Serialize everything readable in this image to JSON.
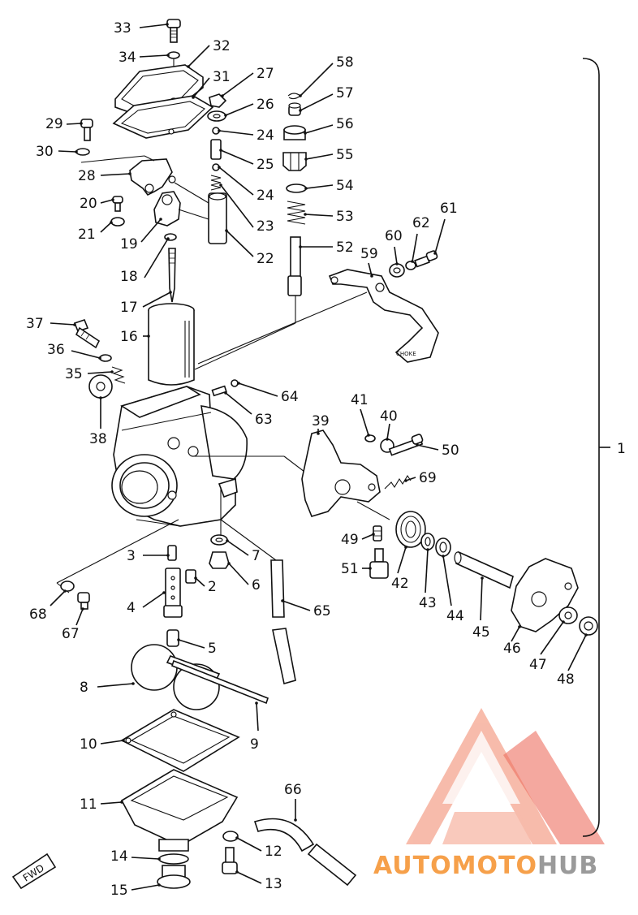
{
  "labels": [
    {
      "id": "1",
      "text": "1"
    },
    {
      "id": "2",
      "text": "2"
    },
    {
      "id": "3",
      "text": "3"
    },
    {
      "id": "4",
      "text": "4"
    },
    {
      "id": "5",
      "text": "5"
    },
    {
      "id": "6",
      "text": "6"
    },
    {
      "id": "7",
      "text": "7"
    },
    {
      "id": "8",
      "text": "8"
    },
    {
      "id": "9",
      "text": "9"
    },
    {
      "id": "10",
      "text": "10"
    },
    {
      "id": "11",
      "text": "11"
    },
    {
      "id": "12",
      "text": "12"
    },
    {
      "id": "13",
      "text": "13"
    },
    {
      "id": "14",
      "text": "14"
    },
    {
      "id": "15",
      "text": "15"
    },
    {
      "id": "16",
      "text": "16"
    },
    {
      "id": "17",
      "text": "17"
    },
    {
      "id": "18",
      "text": "18"
    },
    {
      "id": "19",
      "text": "19"
    },
    {
      "id": "20",
      "text": "20"
    },
    {
      "id": "21",
      "text": "21"
    },
    {
      "id": "22",
      "text": "22"
    },
    {
      "id": "23",
      "text": "23"
    },
    {
      "id": "24a",
      "text": "24"
    },
    {
      "id": "24b",
      "text": "24"
    },
    {
      "id": "25",
      "text": "25"
    },
    {
      "id": "26",
      "text": "26"
    },
    {
      "id": "27",
      "text": "27"
    },
    {
      "id": "28",
      "text": "28"
    },
    {
      "id": "29",
      "text": "29"
    },
    {
      "id": "30",
      "text": "30"
    },
    {
      "id": "31",
      "text": "31"
    },
    {
      "id": "32",
      "text": "32"
    },
    {
      "id": "33",
      "text": "33"
    },
    {
      "id": "34",
      "text": "34"
    },
    {
      "id": "35",
      "text": "35"
    },
    {
      "id": "36",
      "text": "36"
    },
    {
      "id": "37",
      "text": "37"
    },
    {
      "id": "38",
      "text": "38"
    },
    {
      "id": "39",
      "text": "39"
    },
    {
      "id": "40",
      "text": "40"
    },
    {
      "id": "41",
      "text": "41"
    },
    {
      "id": "42",
      "text": "42"
    },
    {
      "id": "43",
      "text": "43"
    },
    {
      "id": "44",
      "text": "44"
    },
    {
      "id": "45",
      "text": "45"
    },
    {
      "id": "46",
      "text": "46"
    },
    {
      "id": "47",
      "text": "47"
    },
    {
      "id": "48",
      "text": "48"
    },
    {
      "id": "49",
      "text": "49"
    },
    {
      "id": "50",
      "text": "50"
    },
    {
      "id": "51",
      "text": "51"
    },
    {
      "id": "52",
      "text": "52"
    },
    {
      "id": "53",
      "text": "53"
    },
    {
      "id": "54",
      "text": "54"
    },
    {
      "id": "55",
      "text": "55"
    },
    {
      "id": "56",
      "text": "56"
    },
    {
      "id": "57",
      "text": "57"
    },
    {
      "id": "58",
      "text": "58"
    },
    {
      "id": "59",
      "text": "59"
    },
    {
      "id": "60",
      "text": "60"
    },
    {
      "id": "61",
      "text": "61"
    },
    {
      "id": "62",
      "text": "62"
    },
    {
      "id": "63",
      "text": "63"
    },
    {
      "id": "64",
      "text": "64"
    },
    {
      "id": "65",
      "text": "65"
    },
    {
      "id": "66",
      "text": "66"
    },
    {
      "id": "67",
      "text": "67"
    },
    {
      "id": "68",
      "text": "68"
    },
    {
      "id": "69",
      "text": "69"
    }
  ],
  "fwd_marker": "FWD",
  "choke_marking": "CHOKE",
  "watermark": {
    "part1": "AUTO",
    "part2": "MOTO",
    "part3": "HUB",
    "color_light": "#f5a58f",
    "color_main": "#e8402a",
    "color_orange": "#f6a04a"
  }
}
